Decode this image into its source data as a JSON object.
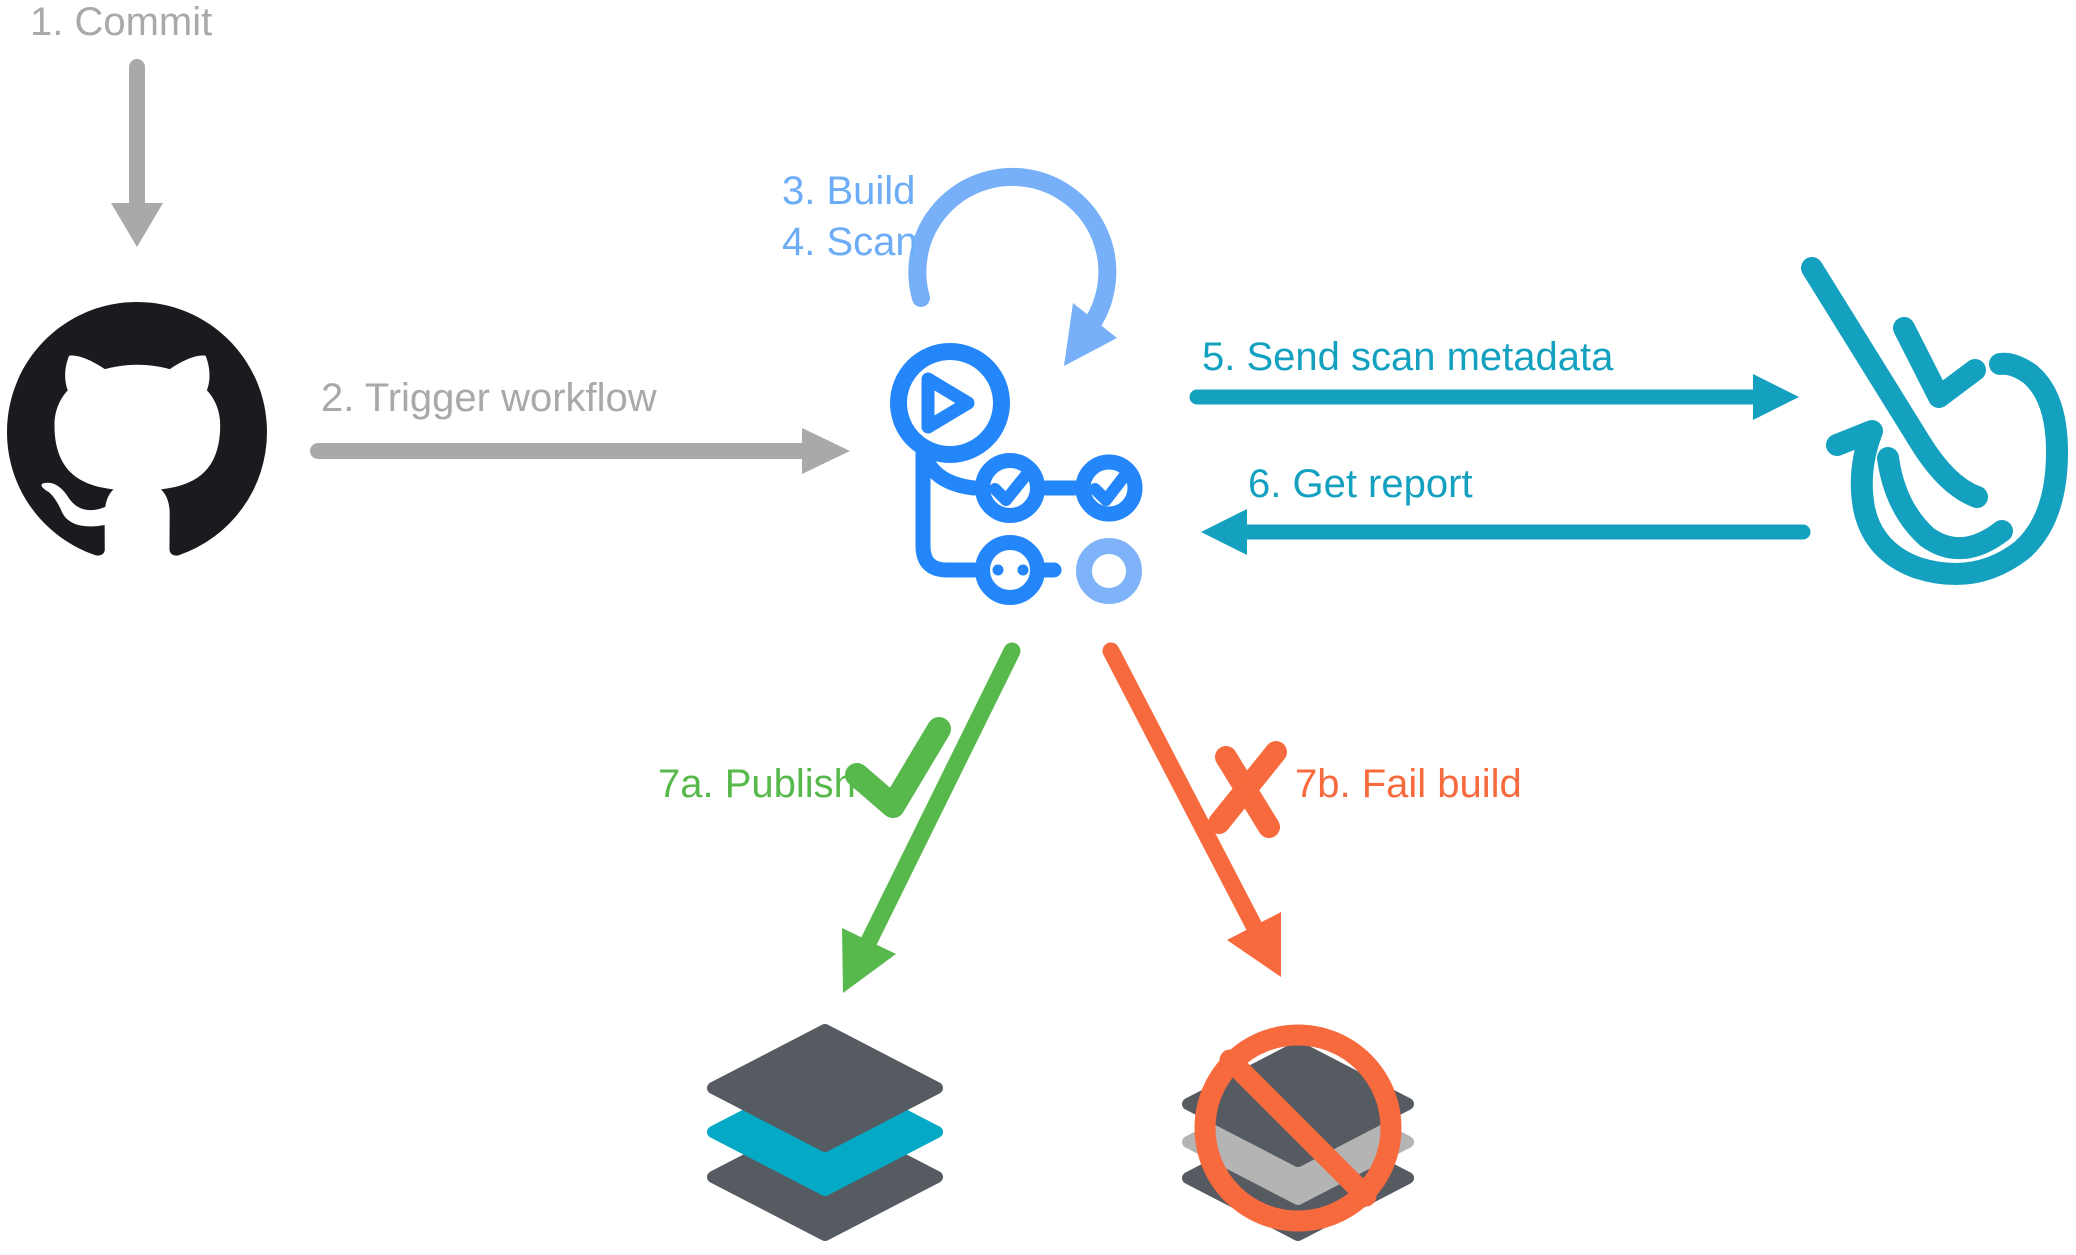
{
  "diagram": {
    "steps": {
      "commit": {
        "label": "1. Commit"
      },
      "trigger": {
        "label": "2. Trigger workflow"
      },
      "build": {
        "label": "3. Build"
      },
      "scan": {
        "label": "4. Scan"
      },
      "send": {
        "label": "5. Send scan metadata"
      },
      "report": {
        "label": "6. Get report"
      },
      "publish": {
        "label": "7a. Publish"
      },
      "fail": {
        "label": "7b. Fail build"
      }
    },
    "nodes": {
      "source": {
        "icon": "github-logo"
      },
      "workflow": {
        "icon": "github-actions-logo"
      },
      "scanner": {
        "icon": "sysdig-logo"
      },
      "image_published": {
        "icon": "container-image-layers"
      },
      "image_blocked": {
        "icon": "container-image-layers-blocked"
      }
    },
    "edges": [
      {
        "step": "commit",
        "shape": "arrow-down",
        "color_key": "gray"
      },
      {
        "step": "trigger",
        "shape": "arrow-right",
        "color_key": "gray"
      },
      {
        "step": "build_scan",
        "shape": "loop-arrow",
        "color_key": "loop_blue"
      },
      {
        "step": "send",
        "shape": "arrow-right",
        "color_key": "teal"
      },
      {
        "step": "report",
        "shape": "arrow-left",
        "color_key": "teal"
      },
      {
        "step": "publish",
        "shape": "arrow-down-left",
        "marker": "check",
        "color_key": "green"
      },
      {
        "step": "fail",
        "shape": "arrow-down-right",
        "marker": "x",
        "color_key": "orange"
      }
    ],
    "colors": {
      "gray": "#a9a9a9",
      "github_black": "#191b1f",
      "actions_blue": "#2386fa",
      "actions_light_blue": "#7fb3f9",
      "loop_blue": "#77b0f8",
      "build_scan_text": "#6dacf7",
      "teal": "#14a1bf",
      "green": "#57b94c",
      "orange": "#f76a3d",
      "layer_dark": "#565a61",
      "layer_teal": "#04aac5",
      "layer_gray": "#b4b4b4"
    }
  }
}
